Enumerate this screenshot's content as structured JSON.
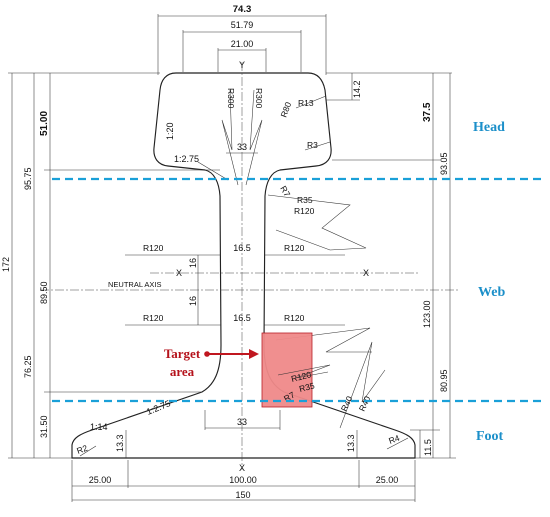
{
  "dims": {
    "top_width": "74.3",
    "head_width": "51.79",
    "crown_width": "21.00",
    "foot_width": "150",
    "foot_center": "100.00",
    "foot_left": "25.00",
    "foot_right": "25.00",
    "web_top": "16.5",
    "web_bottom": "16.5",
    "web_v1": "16",
    "web_v2": "16",
    "base_inner": "33",
    "head_inner": "33",
    "h_total": "172",
    "h_9575": "95.75",
    "h_8950": "89.50",
    "h_7625": "76.25",
    "h_3150": "31.50",
    "h_5100": "51.00",
    "h_375": "37.5",
    "h_142": "14.2",
    "h_9305": "93.05",
    "h_12300": "123.00",
    "h_8095": "80.95",
    "h_115": "11.5",
    "h_133_left": "13.3",
    "h_133_right": "13.3"
  },
  "radii": {
    "r300a": "R300",
    "r300b": "R300",
    "r80": "R80",
    "r13": "R13",
    "r3": "R3",
    "r7": "R7",
    "r35_top": "R35",
    "r120_top": "R120",
    "r120_web_left": "R120",
    "r120_web_right": "R120",
    "r120_web_left2": "R120",
    "r120_web_right2": "R120",
    "r120_bottom": "R120",
    "r35_bottom": "R35",
    "r7_bottom": "R7",
    "r40a": "R40",
    "r40b": "R40",
    "r2": "R2",
    "r4": "R4"
  },
  "slopes": {
    "s120": "1:20",
    "s1275_top": "1:2.75",
    "s1275_bottom": "1:2.75",
    "s114": "1:14"
  },
  "axes": {
    "y_label": "Y",
    "x_left": "X",
    "x_right": "X",
    "x_bottom": "X",
    "neutral": "NEUTRAL AXIS"
  },
  "zones": {
    "head": "Head",
    "web": "Web",
    "foot": "Foot"
  },
  "target": {
    "line1": "Target",
    "line2": "area"
  },
  "colors": {
    "zone_label": "#1b8fc9",
    "boundary": "#1aa0d8",
    "target_fill": "#f08a8a",
    "target_stroke": "#b5121b",
    "arrow": "#c0161f"
  }
}
